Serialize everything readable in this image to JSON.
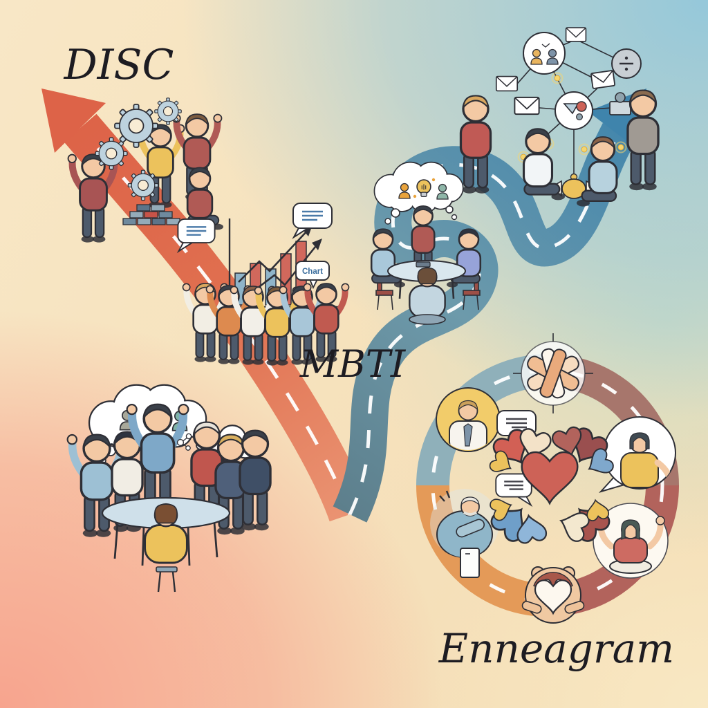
{
  "title": "Personality frameworks roadmap illustration",
  "labels": {
    "disc": "DISC",
    "mbti": "MBTI",
    "enneagram": "Enneagram"
  },
  "palette": {
    "ink": "#2e2f36",
    "label": "#1d1c22",
    "paper": "#f8ecd4",
    "bg_peach": "#f8e7c6",
    "bg_blue": "#95c8da",
    "bg_pink": "#f7a48e",
    "bg_cream": "#f9e9c4",
    "bg_green": "#c9dcc6",
    "road_red": "#de6a4c",
    "road_red_light": "#ea9372",
    "road_blue_dark": "#5d7f8c",
    "road_blue": "#6d9aab",
    "road_blue_bright": "#3f84ac",
    "road_orange": "#e49a58",
    "road_maroon": "#b2635c",
    "road_teal": "#8fb0ba",
    "dash": "#ffffff",
    "skin": "#f3c9a4",
    "hair": "#3a4049",
    "pants": "#4d5a6b",
    "gear_blue": "#bdd2de",
    "yellow": "#ecc25c",
    "bar_blue": "#8fb4c9",
    "bar_red": "#d1685c",
    "bubble_line": "#44444c",
    "chart_bubble_line": "#4a7aa8",
    "heart_red": "#cd6257",
    "glow": "#f6d56d"
  },
  "scenes": {
    "gear_team": {
      "name": "Team assembling gears on the rising red arrow",
      "icons": [
        "gear-icon",
        "gear-icon",
        "gear-icon",
        "gear-icon",
        "brick-stack"
      ],
      "people_shirts": [
        "#a85454",
        "#ecc25c",
        "#b05a55",
        "#b05a55"
      ]
    },
    "chart_team": {
      "name": "Team holding up a rising bar chart",
      "bars": [
        {
          "color": "bar_blue",
          "h": 46
        },
        {
          "color": "bar_red",
          "h": 60
        },
        {
          "color": "bar_blue",
          "h": 52
        },
        {
          "color": "bar_red",
          "h": 74
        },
        {
          "color": "bar_red",
          "h": 92
        }
      ],
      "bubble_word": "Chart",
      "icons": [
        "speech-bubble-icon",
        "speech-bubble-icon",
        "speech-bubble-icon",
        "trend-arrow-icon",
        "trend-arrow-icon"
      ],
      "people_shirts": [
        "#f2eee4",
        "#dd8a4f",
        "#f2efe8",
        "#ecc25c",
        "#a8c6d8",
        "#c05a50"
      ]
    },
    "mbti_table": {
      "name": "Round-table talk with a shared idea bubble",
      "thought_icons": [
        "person-icon",
        "lightbulb-icon",
        "person-icon"
      ],
      "people_shirts": [
        "#a9c8da",
        "#b05a55",
        "#97a3d9",
        "#c3d6e0"
      ]
    },
    "network": {
      "name": "Team around a communication network",
      "node_icons": [
        "people-chat-icon",
        "envelope-icon",
        "divide-icon",
        "envelope-icon",
        "envelope-icon",
        "envelope-icon",
        "funnel-hub-icon",
        "id-card-icon",
        "lantern-icon"
      ],
      "people_shirts": [
        "#c05a55",
        "#f2f5f7",
        "#b7d2de",
        "#a09a93"
      ]
    },
    "brainstorm_team": {
      "name": "Stand-up brainstorm around a table",
      "thought_icons": [
        "person-icon",
        "lightbulb-icon",
        "person-icon"
      ],
      "small_thought_icons": [
        "gear-icon",
        "gear-icon",
        "brain-icon"
      ],
      "people_shirts": [
        "#9dc0d4",
        "#f1ede4",
        "#7ea8c8",
        "#c0564e",
        "#4f607a",
        "#3f4f66",
        "#ecc25c"
      ]
    },
    "enneagram_ring": {
      "name": "Circular ring road of relating styles",
      "icons": [
        "stacked-hands-icon",
        "man-with-tie-icon",
        "speech-bubble-icon",
        "woman-in-bubble-icon",
        "elder-with-phone-icon",
        "speech-bubble-icon",
        "meditating-woman-icon",
        "hugging-heart-icon",
        "hearts-ring-icon",
        "heart-icon"
      ]
    }
  }
}
